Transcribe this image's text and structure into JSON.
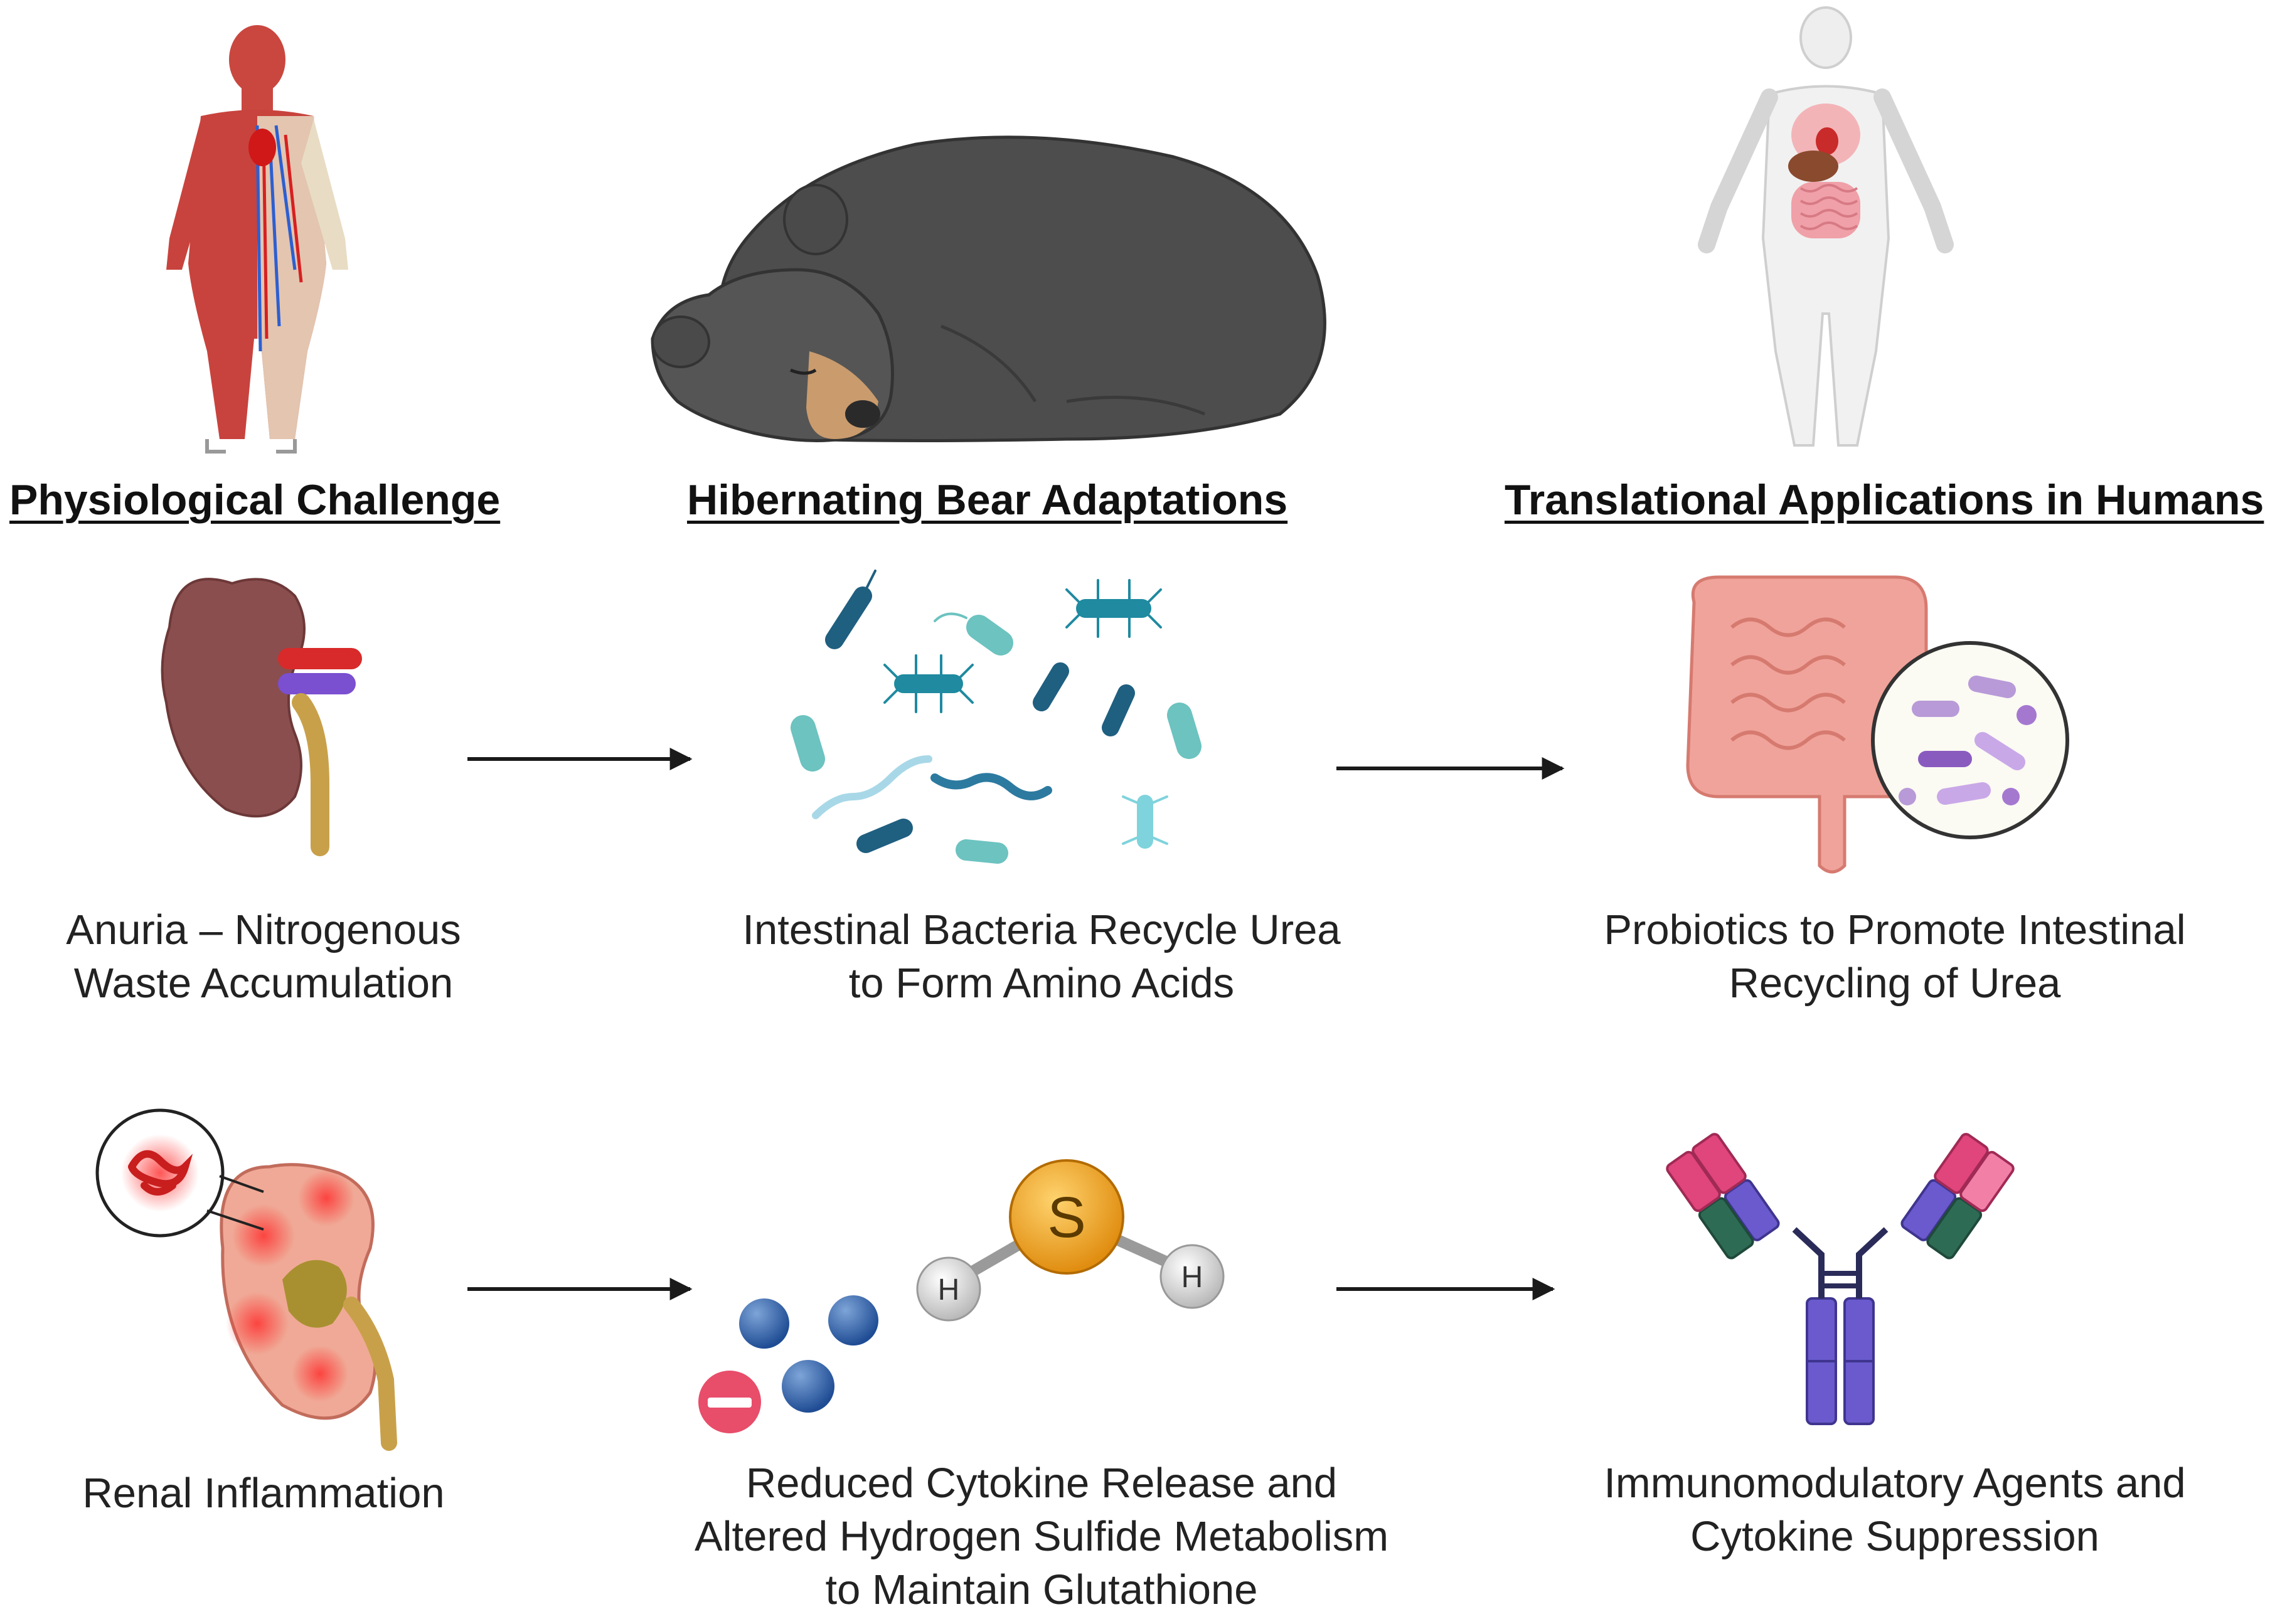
{
  "headers": {
    "left": "Physiological Challenge",
    "middle": "Hibernating Bear Adaptations",
    "right": "Translational Applications in Humans"
  },
  "row1": {
    "left": [
      "Anuria – Nitrogenous",
      "Waste Accumulation"
    ],
    "middle": [
      "Intestinal Bacteria Recycle Urea",
      "to Form Amino Acids"
    ],
    "right": [
      "Probiotics to Promote Intestinal",
      "Recycling of Urea"
    ]
  },
  "row2": {
    "left": [
      "Renal Inflammation"
    ],
    "middle": [
      "Reduced Cytokine Release and",
      "Altered Hydrogen Sulfide Metabolism",
      "to Maintain Glutathione"
    ],
    "right": [
      "Immunomodulatory Agents and",
      "Cytokine Suppression"
    ]
  },
  "molecule": {
    "center_atom": "S",
    "side_atom_left": "H",
    "side_atom_right": "H"
  },
  "colors": {
    "arrow": "#1a1a1a",
    "bear": "#4a4a4a",
    "kidney": "#8b4a4a",
    "bacteria_teal": "#3ba3a8",
    "bacteria_dark": "#1f5f80",
    "intestine": "#f0a39a",
    "sulfur": "#f5a623",
    "antibody_pink": "#e0457b",
    "antibody_green": "#2e6b55",
    "antibody_purple": "#6a5acd"
  }
}
